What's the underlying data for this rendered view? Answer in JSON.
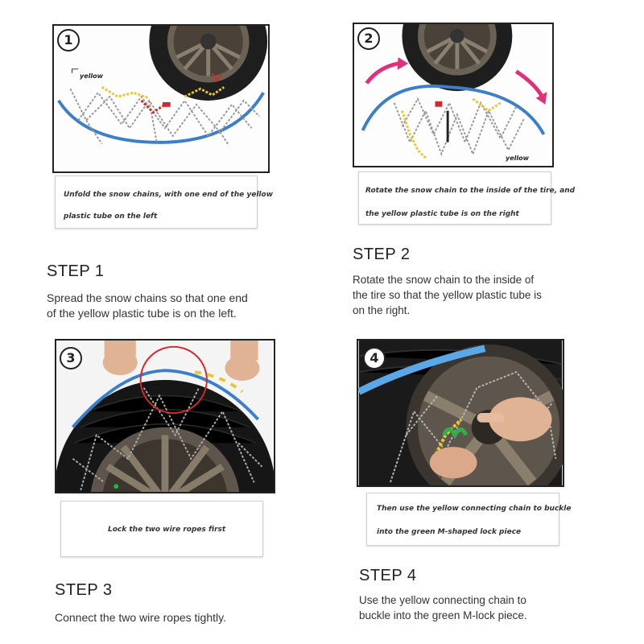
{
  "steps": [
    {
      "number": "1",
      "caption_line1": "Unfold the snow chains, with one end of the yellow",
      "caption_line2": "plastic tube on the left",
      "photo_label": "yellow",
      "title": "STEP 1",
      "desc_line1": "Spread the snow chains so that one end",
      "desc_line2": "of the yellow plastic tube is on the left."
    },
    {
      "number": "2",
      "caption_line1": "Rotate the snow chain to the inside of the tire, and",
      "caption_line2": "the yellow plastic tube is on the right",
      "photo_label": "yellow",
      "title": "STEP 2",
      "desc_line1": "Rotate the snow chain to the inside of",
      "desc_line2": "the tire so that the yellow plastic tube is",
      "desc_line3": "on the right."
    },
    {
      "number": "3",
      "caption_line1": "Lock the two wire ropes first",
      "title": "STEP 3",
      "desc_line1": "Connect the two wire ropes tightly."
    },
    {
      "number": "4",
      "caption_line1": "Then use the yellow connecting chain to buckle",
      "caption_line2": "into the green M-shaped lock piece",
      "title": "STEP 4",
      "desc_line1": "Use the yellow connecting chain to",
      "desc_line2": "buckle into the green M-lock piece."
    }
  ],
  "colors": {
    "chain_yellow": "#e8c830",
    "wire_blue": "#3a7fc8",
    "lock_red": "#d02a2a",
    "lock_green": "#2fb04a",
    "arrow_pink": "#e0307a"
  }
}
